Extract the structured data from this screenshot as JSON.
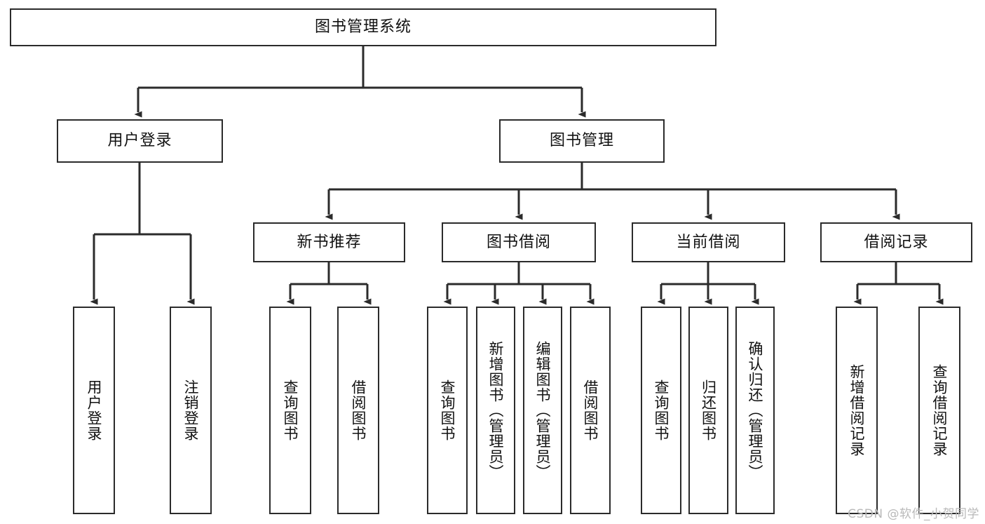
{
  "diagram": {
    "title": "图书管理系统",
    "type": "tree-hierarchy",
    "watermark": "CSDN @软件_小贺同学",
    "colors": {
      "box_border": "#2b2b2b",
      "box_fill": "#ffffff",
      "edge": "#2b2b2b",
      "text": "#111111",
      "watermark": "#b9b9b9",
      "background": "#ffffff"
    },
    "nodes": {
      "root": {
        "label": "图书管理系统"
      },
      "level2": [
        {
          "id": "user-login",
          "label": "用户登录"
        },
        {
          "id": "book-management",
          "label": "图书管理"
        }
      ],
      "level3": [
        {
          "id": "new-book-recommend",
          "label": "新书推荐"
        },
        {
          "id": "book-borrow",
          "label": "图书借阅"
        },
        {
          "id": "current-borrow",
          "label": "当前借阅"
        },
        {
          "id": "borrow-record",
          "label": "借阅记录"
        }
      ],
      "leaves": {
        "user-login": [
          {
            "id": "leaf-user-login",
            "label": "用户登录"
          },
          {
            "id": "leaf-logout-login",
            "label": "注销登录"
          }
        ],
        "new-book-recommend": [
          {
            "id": "leaf-query-book-1",
            "label": "查询图书"
          },
          {
            "id": "leaf-borrow-book-1",
            "label": "借阅图书"
          }
        ],
        "book-borrow": [
          {
            "id": "leaf-query-book-2",
            "label": "查询图书"
          },
          {
            "id": "leaf-add-book-admin",
            "label": "新增图书（管理员）"
          },
          {
            "id": "leaf-edit-book-admin",
            "label": "编辑图书（管理员）"
          },
          {
            "id": "leaf-borrow-book-2",
            "label": "借阅图书"
          }
        ],
        "current-borrow": [
          {
            "id": "leaf-query-book-3",
            "label": "查询图书"
          },
          {
            "id": "leaf-return-book",
            "label": "归还图书"
          },
          {
            "id": "leaf-confirm-return-admin",
            "label": "确认归还（管理员）"
          }
        ],
        "borrow-record": [
          {
            "id": "leaf-add-borrow-record",
            "label": "新增借阅记录"
          },
          {
            "id": "leaf-query-borrow-record",
            "label": "查询借阅记录"
          }
        ]
      }
    }
  }
}
